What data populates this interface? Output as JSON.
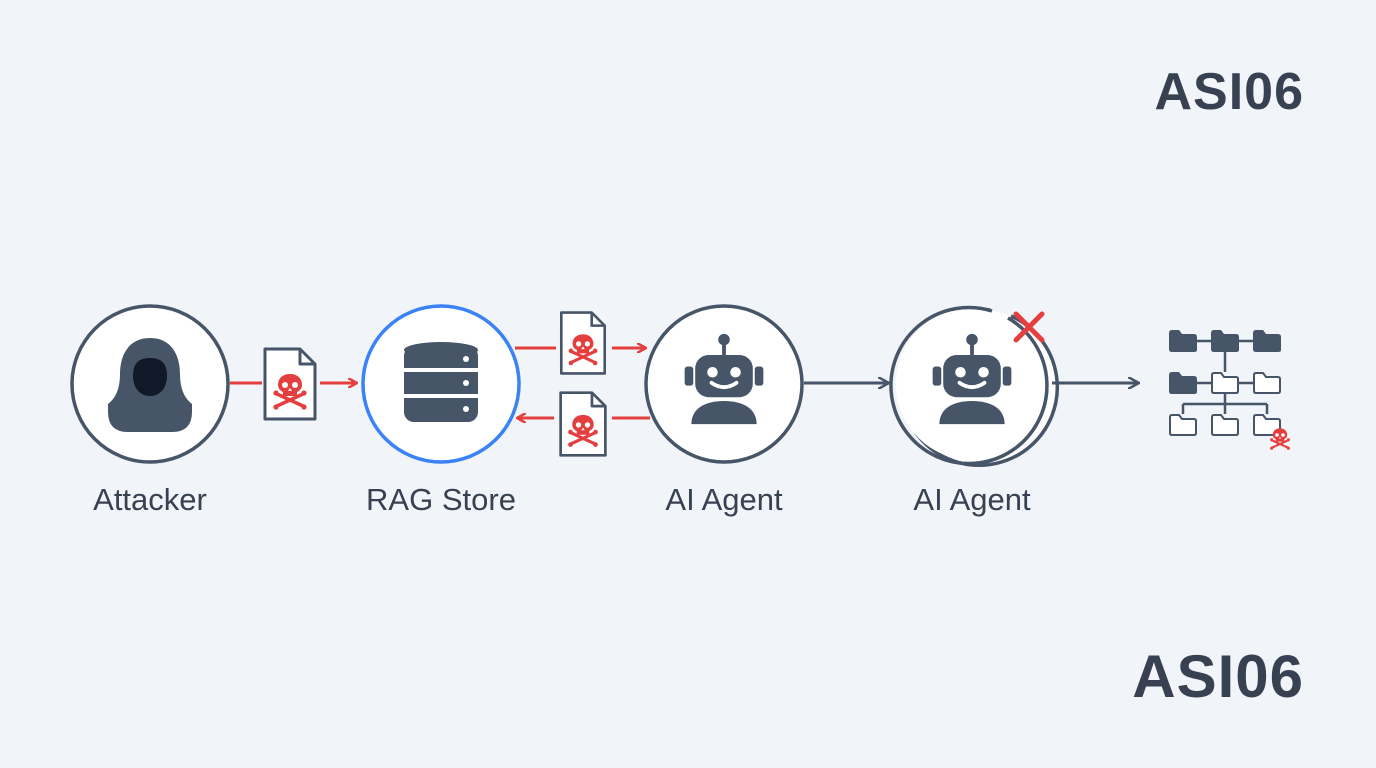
{
  "nodes": [
    {
      "id": "attacker",
      "label": "Attacker",
      "icon": "hooded-attacker-icon"
    },
    {
      "id": "rag",
      "label": "RAG Store",
      "icon": "database-icon",
      "highlight": "#3b82f6"
    },
    {
      "id": "agent1",
      "label": "AI Agent",
      "icon": "robot-icon"
    },
    {
      "id": "agent2",
      "label": "AI Agent",
      "icon": "robot-icon",
      "status_icon": "red-x-icon"
    },
    {
      "id": "file_tree",
      "label": "",
      "icon": "folder-tree-icon"
    }
  ],
  "badges": {
    "top": "ASI06",
    "bottom": "ASI06"
  },
  "colors": {
    "background": "#f1f4f8",
    "ink": "#374151",
    "icon": "#475569",
    "danger": "#e53e3e",
    "accent": "#3b82f6"
  }
}
